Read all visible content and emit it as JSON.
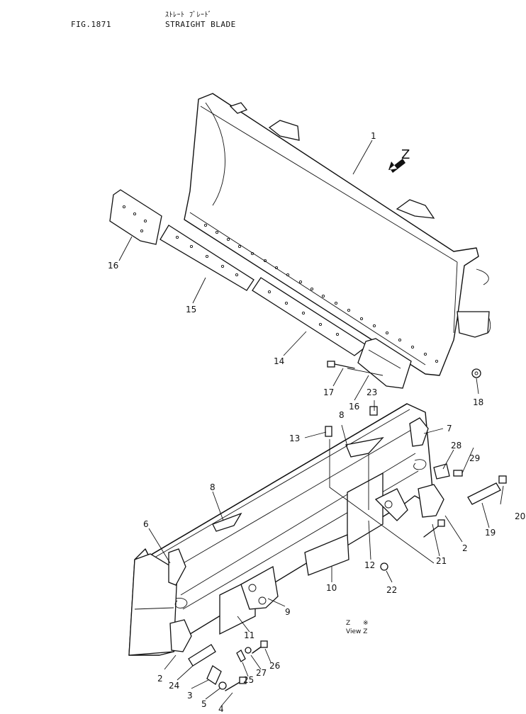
{
  "header": {
    "fig_no": "FIG.1871",
    "title_jp": "ｽﾄﾚｰﾄ ﾌﾞﾚｰﾄﾞ",
    "title": "STRAIGHT BLADE"
  },
  "view": {
    "arrow_label": "Z",
    "mark": "Z",
    "mark_sub": "※",
    "caption": "View Z"
  },
  "callouts": [
    "1",
    "2",
    "2",
    "3",
    "4",
    "5",
    "6",
    "7",
    "8",
    "8",
    "9",
    "10",
    "11",
    "12",
    "13",
    "14",
    "15",
    "16",
    "16",
    "17",
    "18",
    "19",
    "20",
    "21",
    "22",
    "23",
    "24",
    "25",
    "26",
    "27",
    "28",
    "29"
  ]
}
